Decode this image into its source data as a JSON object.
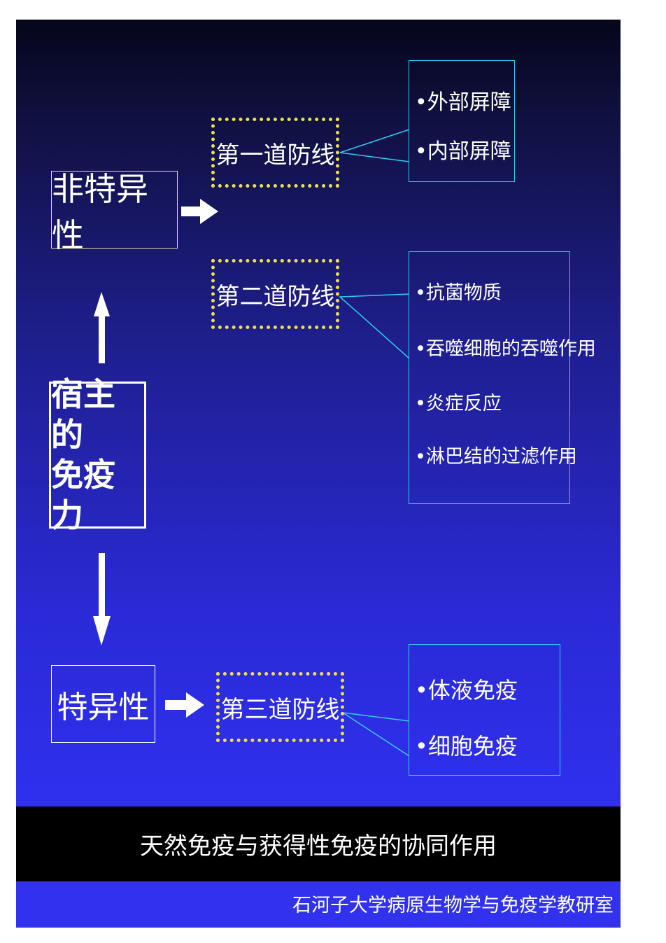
{
  "colors": {
    "slide_top": "#05051a",
    "slide_bottom": "#2f30ee",
    "dotted_border": "#f0e050",
    "connector": "#33ccee",
    "banner": "#000000",
    "footer": "#3232ee"
  },
  "nodes": {
    "host_immunity": {
      "line1": "宿主的",
      "line2": "免疫力"
    },
    "nonspecific": "非特异性",
    "specific": "特异性",
    "first_line": "第一道防线",
    "second_line": "第二道防线",
    "third_line": "第三道防线"
  },
  "first_line_items": [
    "•外部屏障",
    "•内部屏障"
  ],
  "second_line_items": [
    "•抗菌物质",
    "•吞噬细胞的吞噬作用",
    "•炎症反应",
    "•淋巴结的过滤作用"
  ],
  "third_line_items": [
    "•体液免疫",
    "•细胞免疫"
  ],
  "icons": [
    "arrow-up-icon",
    "arrow-down-icon",
    "arrow-right-icon"
  ],
  "banner_title": "天然免疫与获得性免疫的协同作用",
  "footer_text": "石河子大学病原生物学与免疫学教研室"
}
